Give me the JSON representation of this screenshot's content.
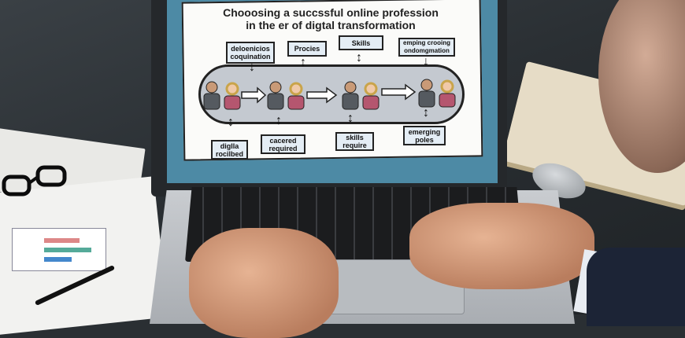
{
  "diagram": {
    "title_line1": "Chooosing a succssful online profession",
    "title_line2": "in the er of digtal transformation",
    "top_labels": [
      "deloenicios coquination",
      "Procies",
      "Skills",
      "emping crooing ondomgmation"
    ],
    "bottom_labels": [
      "diglla rocilbed",
      "cacered required",
      "skills require",
      "emerging poles"
    ]
  },
  "colors": {
    "screen": "#4d8aa5",
    "capsule": "#c4c9d0",
    "label_bg": "#e4edf5"
  }
}
